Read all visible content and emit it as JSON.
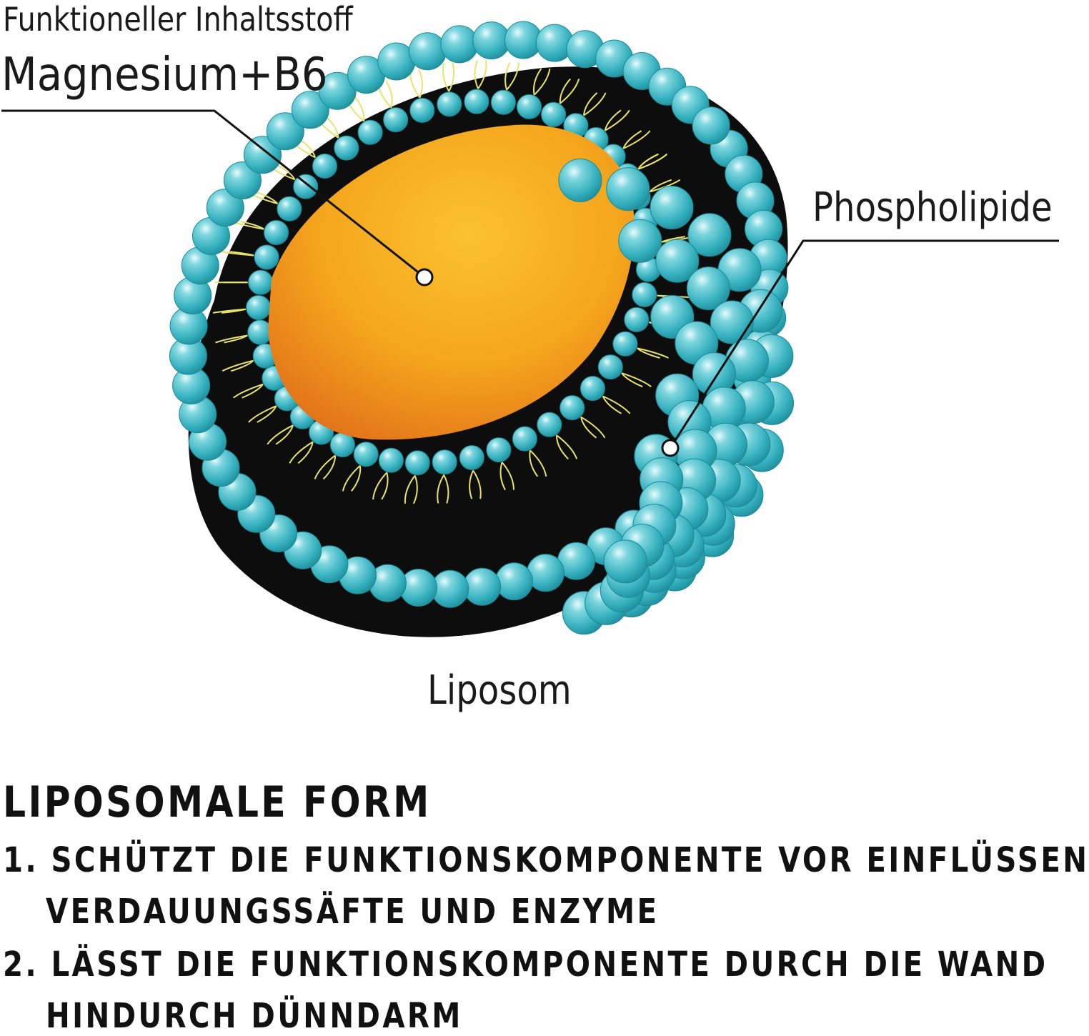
{
  "diagram": {
    "ingredient_caption": "Funktioneller Inhaltsstoff",
    "ingredient_name": "Magnesium+B6",
    "membrane_label": "Phospholipide",
    "structure_label": "Liposom",
    "colors": {
      "membrane_sphere": "#3fb8c6",
      "membrane_highlight": "#d9f5f7",
      "core": "#f5a21a",
      "core_shadow": "#e5781a",
      "tails": "#e8e36a",
      "bilayer_interior": "#0d0d0d"
    }
  },
  "text": {
    "heading": "LIPOSOMALE FORM",
    "point1_line1": "1. SCHÜTZT DIE FUNKTIONSKOMPONENTE VOR EINFLÜSSEN",
    "point1_line2": "VERDAUUNGSSÄFTE UND ENZYME",
    "point2_line1": "2. LÄSST DIE FUNKTIONSKOMPONENTE DURCH DIE WAND",
    "point2_line2": "HINDURCH DÜNNDARM"
  }
}
